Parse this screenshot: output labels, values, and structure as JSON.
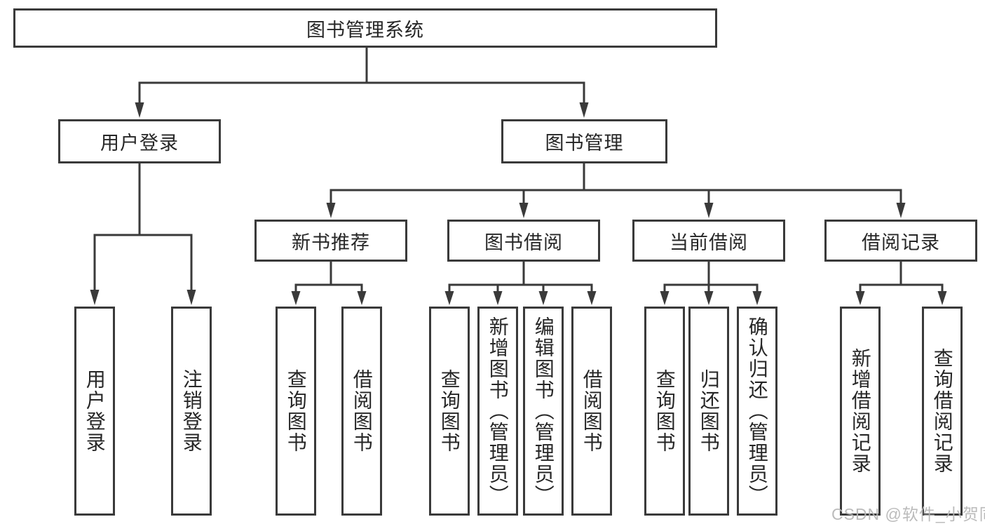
{
  "diagram": {
    "root": {
      "label": "图书管理系统"
    },
    "level2": [
      {
        "label": "用户登录"
      },
      {
        "label": "图书管理"
      }
    ],
    "level3": [
      {
        "label": "新书推荐"
      },
      {
        "label": "图书借阅"
      },
      {
        "label": "当前借阅"
      },
      {
        "label": "借阅记录"
      }
    ],
    "leaves": [
      {
        "label": "用户登录"
      },
      {
        "label": "注销登录"
      },
      {
        "label": "查询图书"
      },
      {
        "label": "借阅图书"
      },
      {
        "label": "查询图书"
      },
      {
        "label": "新增图书（管理员）"
      },
      {
        "label": "编辑图书（管理员）"
      },
      {
        "label": "借阅图书"
      },
      {
        "label": "查询图书"
      },
      {
        "label": "归还图书"
      },
      {
        "label": "确认归还（管理员）"
      },
      {
        "label": "新增借阅记录"
      },
      {
        "label": "查询借阅记录"
      }
    ]
  },
  "watermark": {
    "text": "CSDN @软件_小贺同学"
  },
  "colors": {
    "line": "#3a3a3a",
    "text": "#262626",
    "watermark": "#b6b6b6",
    "background": "#ffffff"
  }
}
